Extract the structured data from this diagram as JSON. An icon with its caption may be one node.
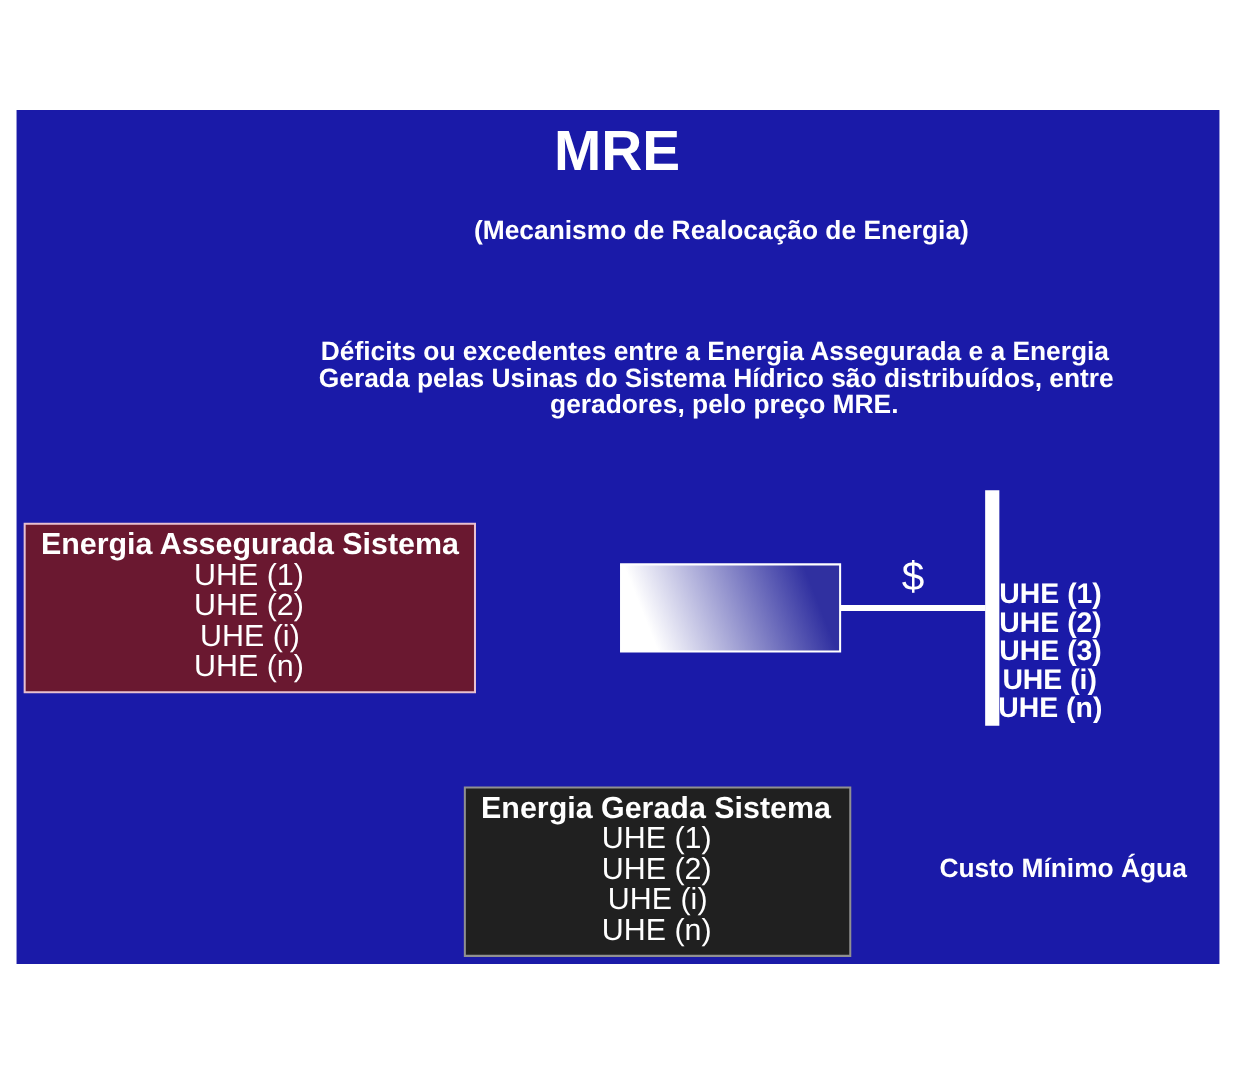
{
  "diagram": {
    "title": "MRE",
    "nodes": [
      {
        "text": [
          "Energia Assegurada Sistema",
          "UHE (1)",
          "UHE (2)",
          "UHE (i)",
          "UHE (n)"
        ]
      },
      {
        "text": [],
        "shape": "box"
      },
      {
        "text": [
          "Energia Gerada Sistema",
          "UHE (1)",
          "UHE (2)",
          "UHE (i)",
          "UHE (n)"
        ]
      },
      {
        "text": [],
        "shape": "bar",
        "beside": [
          "UHE (1)",
          "UHE (2)",
          "UHE (3)",
          "UHE (i)",
          "UHE (n)"
        ]
      }
    ],
    "edges": [
      {
        "from": 1,
        "to": 3,
        "arrow": "none",
        "label": "$"
      }
    ],
    "labels": [
      "(Mecanismo de Realocação de Energia)",
      "Déficits ou excedentes entre a Energia Assegurada e a Energia Gerada pelas Usinas do Sistema Hídrico são distribuídos, entre geradores, pelo preço MRE.",
      "Custo Mínimo Água"
    ]
  }
}
